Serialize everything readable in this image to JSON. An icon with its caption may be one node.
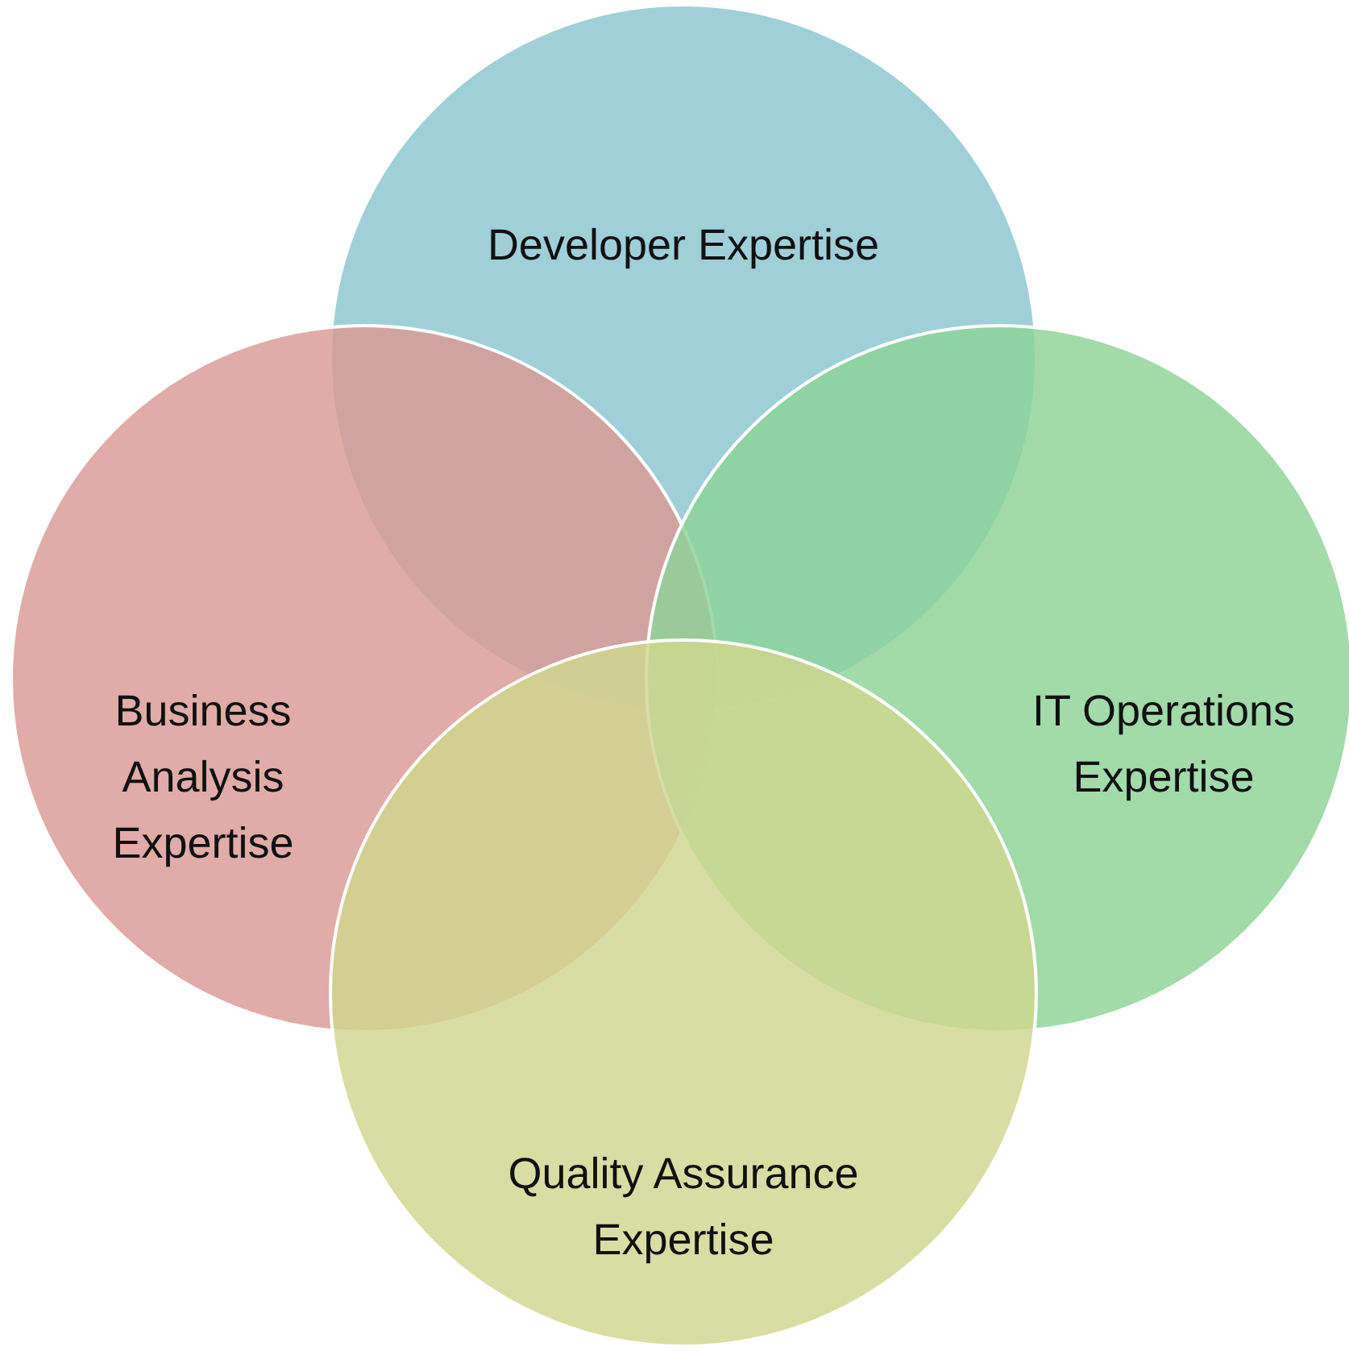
{
  "diagram": {
    "nodes": [
      {
        "text": [
          "Developer Expertise"
        ]
      },
      {
        "text": [
          "Business Analysis Expertise"
        ]
      },
      {
        "text": [
          "IT Operations Expertise"
        ]
      },
      {
        "text": [
          "Quality Assurance Expertise"
        ]
      }
    ]
  }
}
